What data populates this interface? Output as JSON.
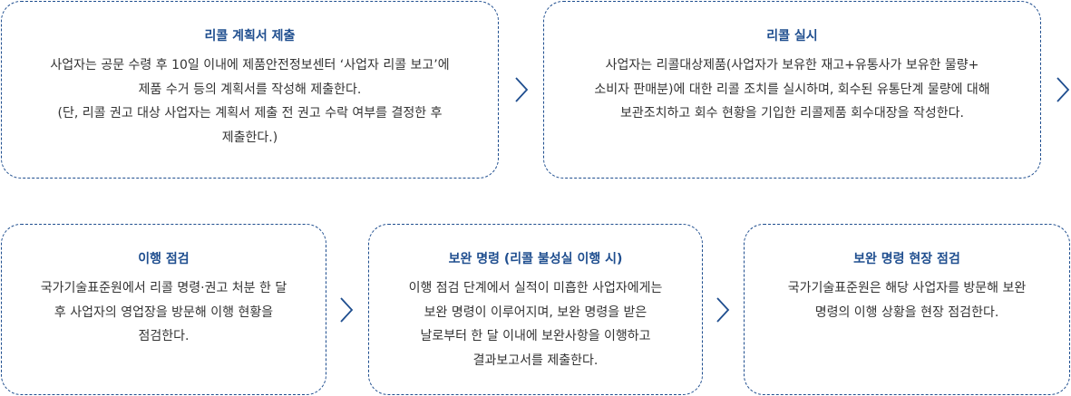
{
  "steps": [
    {
      "title": "리콜 계획서 제출",
      "lines": [
        "사업자는 공문 수령 후 10일 이내에 제품안전정보센터 ‘사업자 리콜 보고’에",
        "제품 수거 등의 계획서를 작성해 제출한다.",
        "(단, 리콜 권고 대상 사업자는 계획서 제출 전 권고 수락 여부를 결정한 후",
        "제출한다.)"
      ]
    },
    {
      "title": "리콜 실시",
      "lines": [
        "사업자는 리콜대상제품(사업자가 보유한 재고+유통사가 보유한 물량+",
        "소비자 판매분)에 대한 리콜 조치를 실시하며, 회수된 유통단계 물량에 대해",
        "보관조치하고 회수 현황을 기입한 리콜제품 회수대장을 작성한다."
      ]
    },
    {
      "title": "이행 점검",
      "lines": [
        "국가기술표준원에서 리콜 명령·권고 처분 한 달",
        "후 사업자의 영업장을 방문해 이행 현황을",
        "점검한다."
      ]
    },
    {
      "title": "보완 명령 (리콜 불성실 이행 시)",
      "lines": [
        "이행 점검 단계에서 실적이 미흡한 사업자에게는",
        "보완 명령이 이루어지며, 보완 명령을 받은",
        "날로부터 한 달 이내에 보완사항을 이행하고",
        "결과보고서를 제출한다."
      ]
    },
    {
      "title": "보완 명령 현장 점검",
      "lines": [
        "국가기술표준원은 해당 사업자를 방문해 보완",
        "명령의 이행 상황을 현장 점검한다."
      ]
    }
  ],
  "colors": {
    "accent": "#1f4e8f",
    "text": "#333333",
    "border": "#1f4e8f"
  },
  "icons": {
    "arrow": "chevron-right-icon"
  }
}
